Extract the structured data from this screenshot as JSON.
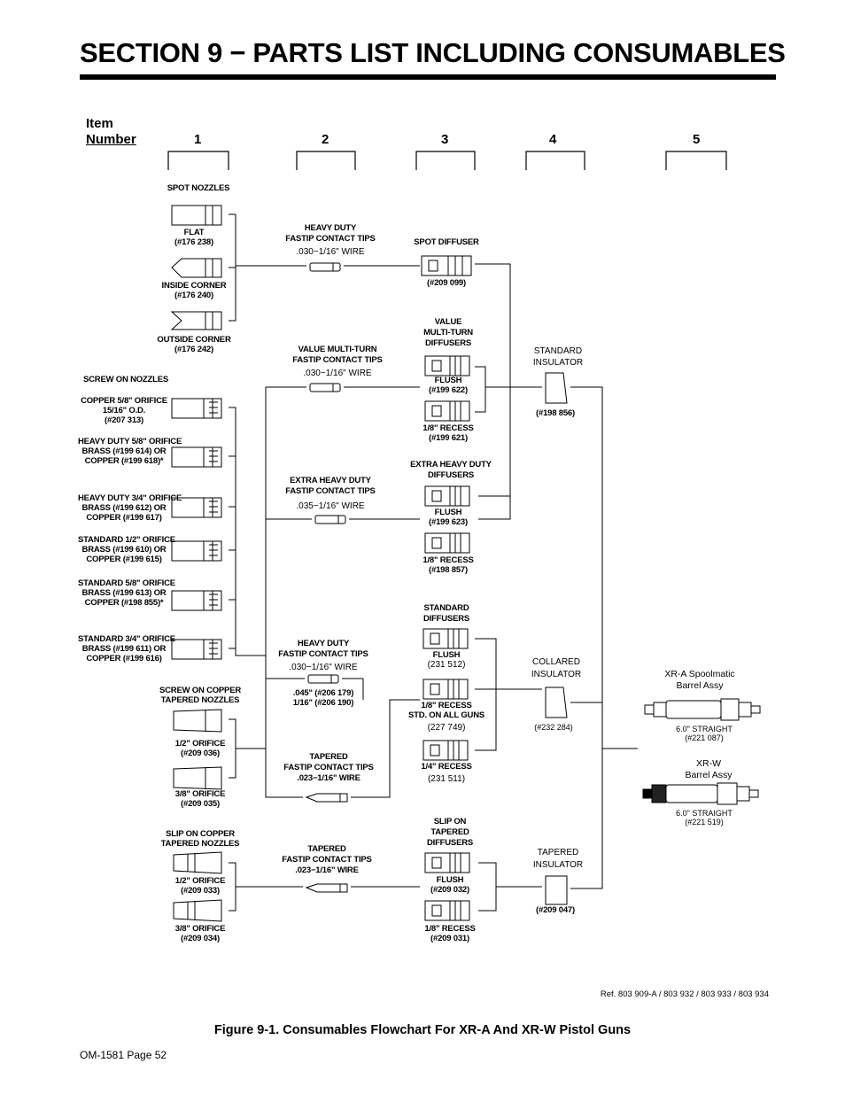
{
  "page": {
    "title": "SECTION 9 − PARTS LIST INCLUDING CONSUMABLES",
    "caption": "Figure 9-1. Consumables Flowchart For XR-A And XR-W Pistol Guns",
    "ref": "Ref. 803 909-A / 803 932 / 803 933 / 803 934",
    "footer": "OM-1581 Page 52"
  },
  "header": {
    "item": "Item",
    "number": "Number",
    "columns": [
      "1",
      "2",
      "3",
      "4",
      "5"
    ]
  },
  "col1": {
    "spot_heading": "SPOT NOZZLES",
    "flat": "FLAT",
    "flat_pn": "(#176 238)",
    "inside": "INSIDE CORNER",
    "inside_pn": "(#176 240)",
    "outside": "OUTSIDE CORNER",
    "outside_pn": "(#176 242)",
    "screw_heading": "SCREW ON NOZZLES",
    "n1a": "COPPER 5/8\" ORIFICE",
    "n1b": "15/16\" O.D.",
    "n1c": "(#207 313)",
    "n2a": "HEAVY DUTY 5/8\" ORIFICE",
    "n2b": "BRASS (#199 614) OR",
    "n2c": "COPPER (#199 618)*",
    "n3a": "HEAVY DUTY 3/4\" ORIFICE",
    "n3b": "BRASS (#199 612) OR",
    "n3c": "COPPER (#199 617)",
    "n4a": "STANDARD 1/2\" ORIFICE",
    "n4b": "BRASS (#199 610) OR",
    "n4c": "COPPER (#199 615)",
    "n5a": "STANDARD 5/8\" ORIFICE",
    "n5b": "BRASS (#199 613) OR",
    "n5c": "COPPER (#198 855)*",
    "n6a": "STANDARD 3/4\" ORIFICE",
    "n6b": "BRASS (#199 611) OR",
    "n6c": "COPPER (#199 616)",
    "tapered_h1": "SCREW ON COPPER",
    "tapered_h2": "TAPERED NOZZLES",
    "t1": "1/2\" ORIFICE",
    "t1_pn": "(#209 036)",
    "t2": "3/8\" ORIFICE",
    "t2_pn": "(#209 035)",
    "slip_h1": "SLIP ON COPPER",
    "slip_h2": "TAPERED NOZZLES",
    "s1": "1/2\" ORIFICE",
    "s1_pn": "(#209 033)",
    "s2": "3/8\" ORIFICE",
    "s2_pn": "(#209 034)"
  },
  "col2": {
    "hd_h1": "HEAVY DUTY",
    "hd_h2": "FASTIP CONTACT TIPS",
    "hd_wire": ".030−1/16\" WIRE",
    "vm_h1": "VALUE MULTI-TURN",
    "vm_h2": "FASTIP CONTACT TIPS",
    "vm_wire": ".030−1/16\" WIRE",
    "ehd_h1": "EXTRA HEAVY DUTY",
    "ehd_h2": "FASTIP CONTACT TIPS",
    "ehd_wire": ".035−1/16\" WIRE",
    "hd2_h1": "HEAVY DUTY",
    "hd2_h2": "FASTIP CONTACT TIPS",
    "hd2_wire": ".030−1/16\" WIRE",
    "hd2_p1": ".045\" (#206 179)",
    "hd2_p2": "1/16\" (#206 190)",
    "tp_h1": "TAPERED",
    "tp_h2": "FASTIP CONTACT TIPS",
    "tp_h3": ".023−1/16\" WIRE",
    "tp2_h1": "TAPERED",
    "tp2_h2": "FASTIP CONTACT TIPS",
    "tp2_h3": ".023−1/16\" WIRE"
  },
  "col3": {
    "spot_h": "SPOT DIFFUSER",
    "spot_pn": "(#209 099)",
    "vm_h1": "VALUE",
    "vm_h2": "MULTI-TURN",
    "vm_h3": "DIFFUSERS",
    "vm_flush": "FLUSH",
    "vm_flush_pn": "(#199 622)",
    "vm_rec": "1/8\" RECESS",
    "vm_rec_pn": "(#199 621)",
    "ehd_h1": "EXTRA HEAVY DUTY",
    "ehd_h2": "DIFFUSERS",
    "ehd_flush": "FLUSH",
    "ehd_flush_pn": "(#199 623)",
    "ehd_rec": "1/8\" RECESS",
    "ehd_rec_pn": "(#198 857)",
    "std_h1": "STANDARD",
    "std_h2": "DIFFUSERS",
    "std_flush": "FLUSH",
    "std_flush_pn": "(231 512)",
    "std_rec1": "1/8\" RECESS",
    "std_rec2": "STD. ON ALL GUNS",
    "std_rec_pn": "(227 749)",
    "std_q": "1/4\" RECESS",
    "std_q_pn": "(231 511)",
    "slip_h1": "SLIP ON",
    "slip_h2": "TAPERED",
    "slip_h3": "DIFFUSERS",
    "slip_flush": "FLUSH",
    "slip_flush_pn": "(#209 032)",
    "slip_rec": "1/8\" RECESS",
    "slip_rec_pn": "(#209 031)"
  },
  "col4": {
    "std1": "STANDARD",
    "std2": "INSULATOR",
    "std_pn": "(#198 856)",
    "col1": "COLLARED",
    "col2": "INSULATOR",
    "col_pn": "(#232 284)",
    "tap1": "TAPERED",
    "tap2": "INSULATOR",
    "tap_pn": "(#209 047)"
  },
  "col5": {
    "xra1": "XR-A Spoolmatic",
    "xra2": "Barrel Assy",
    "xra_len": "6.0\" STRAIGHT",
    "xra_pn": "(#221 087)",
    "xrw1": "XR-W",
    "xrw2": "Barrel Assy",
    "xrw_len": "6.0\" STRAIGHT",
    "xrw_pn": "(#221 519)"
  }
}
